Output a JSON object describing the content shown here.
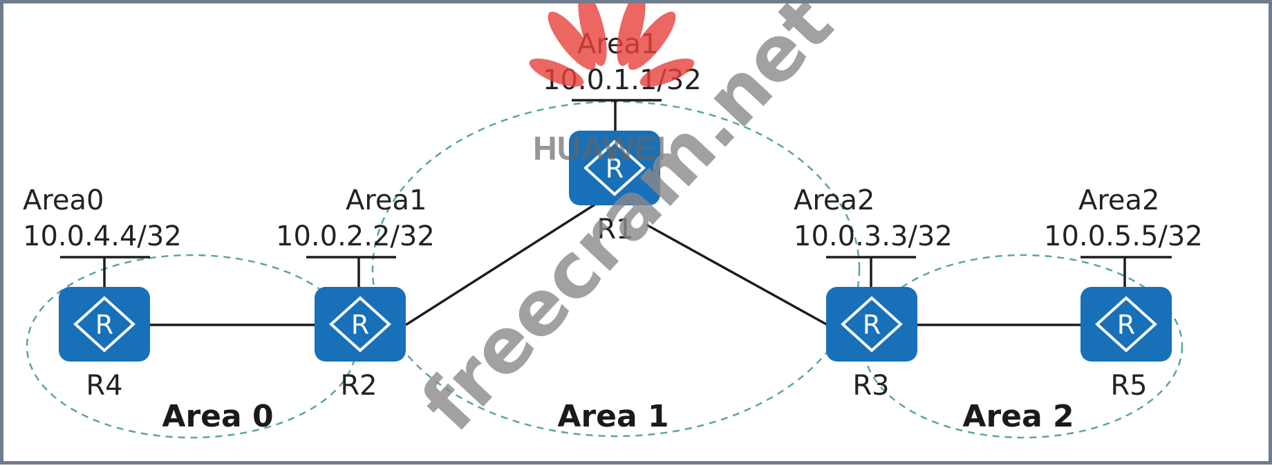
{
  "diagram": {
    "routers": [
      {
        "id": "R4",
        "label": "R4",
        "area_label": "Area0",
        "address": "10.0.4.4/32"
      },
      {
        "id": "R2",
        "label": "R2",
        "area_label": "Area1",
        "address": "10.0.2.2/32"
      },
      {
        "id": "R1",
        "label": "R1",
        "area_label": "Area1",
        "address": "10.0.1.1/32"
      },
      {
        "id": "R3",
        "label": "R3",
        "area_label": "Area2",
        "address": "10.0.3.3/32"
      },
      {
        "id": "R5",
        "label": "R5",
        "area_label": "Area2",
        "address": "10.0.5.5/32"
      }
    ],
    "links": [
      [
        "R4",
        "R2"
      ],
      [
        "R2",
        "R1"
      ],
      [
        "R1",
        "R3"
      ],
      [
        "R3",
        "R5"
      ]
    ],
    "areas": [
      {
        "label": "Area 0",
        "members": [
          "R4",
          "R2"
        ]
      },
      {
        "label": "Area 1",
        "members": [
          "R2",
          "R1",
          "R3"
        ]
      },
      {
        "label": "Area 2",
        "members": [
          "R3",
          "R5"
        ]
      }
    ],
    "router_icon_letter": "R",
    "colors": {
      "router": "#1870b8",
      "area_boundary": "#5aa3a0",
      "link": "#1c1c1c",
      "logo": "#e8413c"
    }
  },
  "logo": {
    "text": "HUAWEI",
    "icon": "huawei-logo-icon"
  },
  "watermark": {
    "text": "freecram.net"
  }
}
